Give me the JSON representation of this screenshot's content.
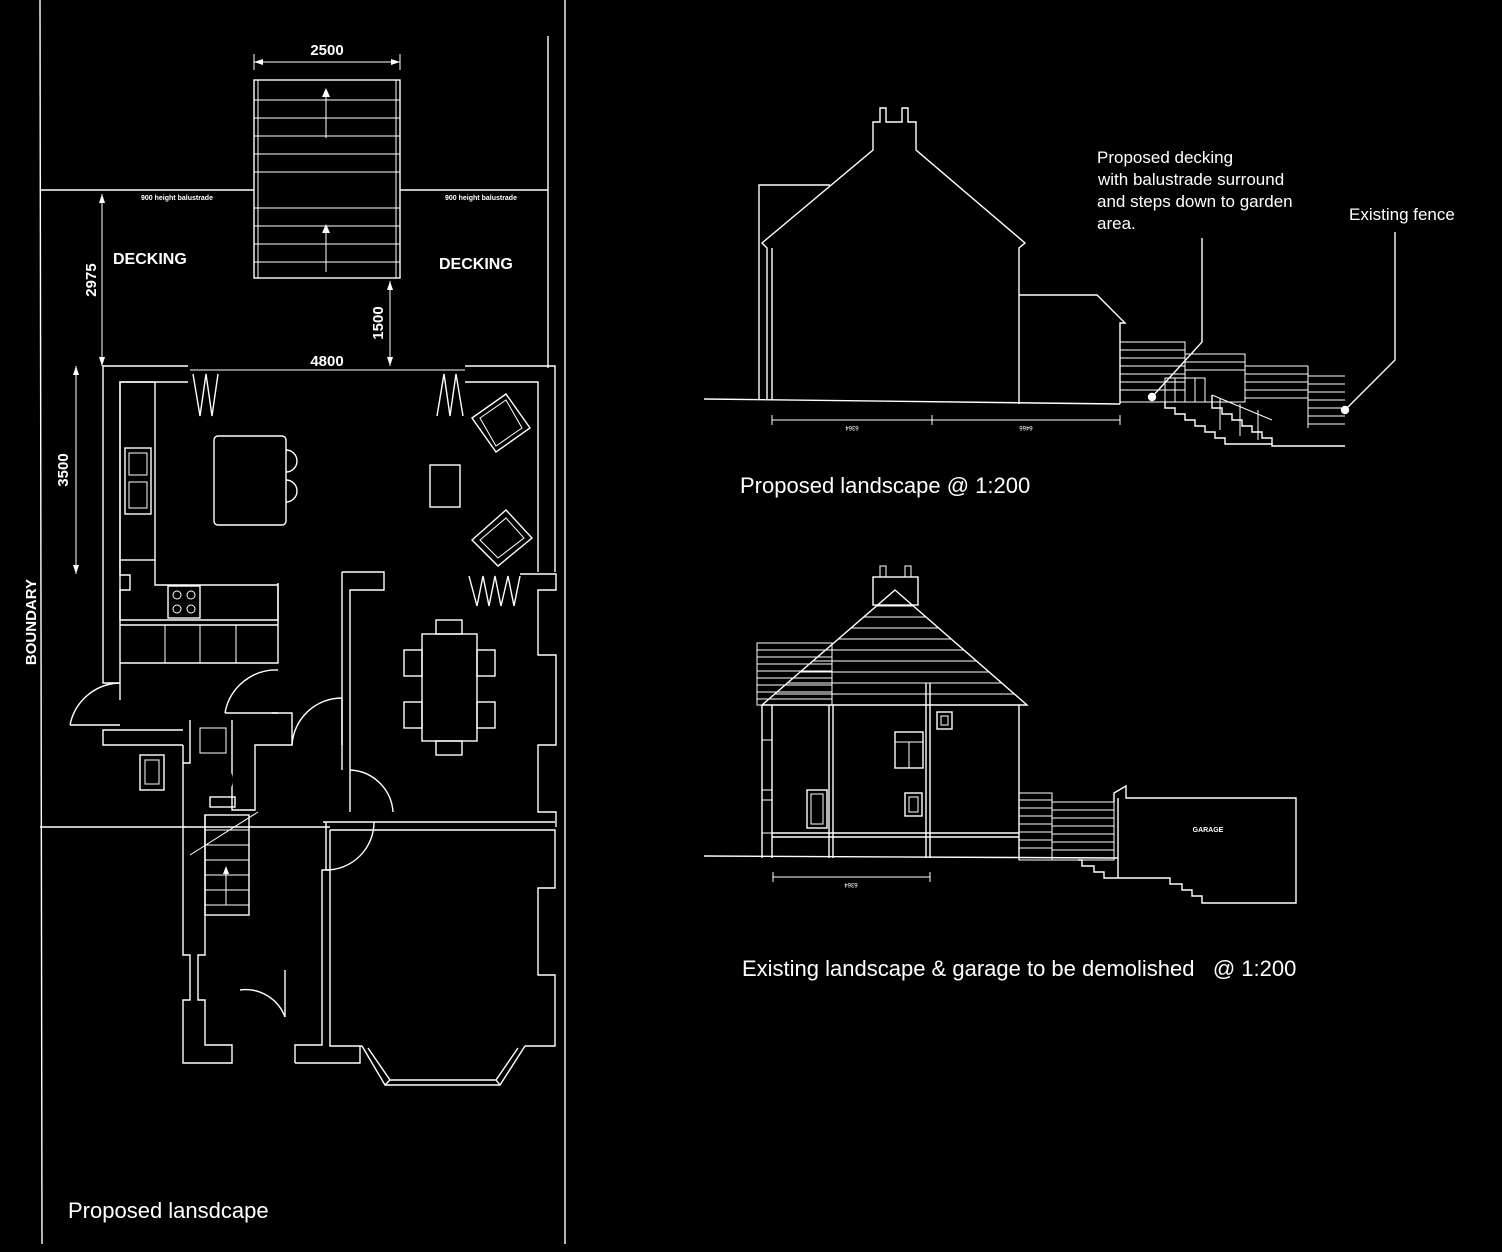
{
  "plan": {
    "caption": "Proposed lansdcape",
    "boundary_label": "BOUNDARY",
    "decking_left": "DECKING",
    "decking_right": "DECKING",
    "balustrade_left": "900 height balustrade",
    "balustrade_right": "900 height balustrade",
    "dimensions": {
      "steps_width": "2500",
      "deck_depth": "2975",
      "step_landing": "1500",
      "extension_width": "4800",
      "extension_depth": "3500"
    }
  },
  "proposed_elevation": {
    "caption": "Proposed landscape @ 1:200",
    "note_decking": [
      "Proposed decking",
      "with balustrade surround",
      "and steps down to garden",
      "area."
    ],
    "note_fence": "Existing fence",
    "dim_a": "6364",
    "dim_b": "6466"
  },
  "existing_elevation": {
    "caption": "Existing landscape & garage to be demolished   @ 1:200",
    "garage_label": "GARAGE",
    "dim_a": "6364"
  }
}
